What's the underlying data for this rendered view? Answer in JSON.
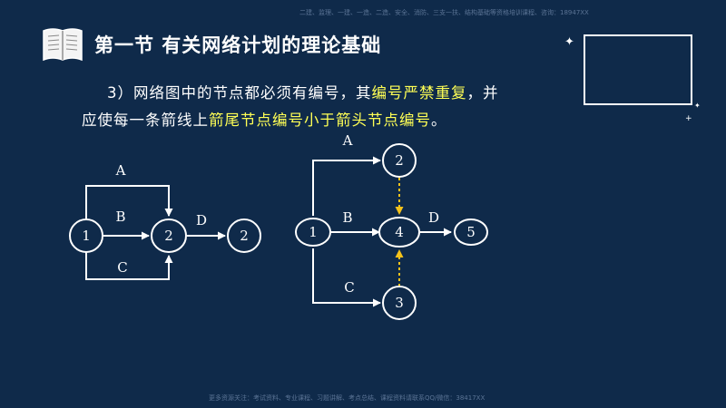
{
  "header": {
    "title": "第一节  有关网络计划的理论基础",
    "watermark_top": "二建、监理、一建、一造、二造、安全、消防、三支一扶、结构基础等资格培训课程、咨询：18947XX",
    "watermark_bottom": "更多资源关注：考试资料、专业课程、习题讲解、考点总结、课程资料请联系QQ/微信：38417XX"
  },
  "body": {
    "segments": [
      {
        "text": "3）网络图中的节点都必须有编号，其",
        "highlight": false
      },
      {
        "text": "编号严禁重复",
        "highlight": true
      },
      {
        "text": "，并应使每一条箭线上",
        "highlight": false
      },
      {
        "text": "箭尾节点编号小于箭头节点编号",
        "highlight": true
      },
      {
        "text": "。",
        "highlight": false
      }
    ]
  },
  "diagram_left": {
    "nodes": [
      "1",
      "2",
      "2"
    ],
    "edges": [
      "A",
      "B",
      "C",
      "D"
    ]
  },
  "diagram_right": {
    "nodes": [
      "1",
      "2",
      "3",
      "4",
      "5"
    ],
    "edges": [
      "A",
      "B",
      "C",
      "D"
    ]
  },
  "colors": {
    "background": "#0f2a4a",
    "text": "#ffffff",
    "highlight": "#ffff55",
    "dummy_arrow": "#f5c21b"
  }
}
